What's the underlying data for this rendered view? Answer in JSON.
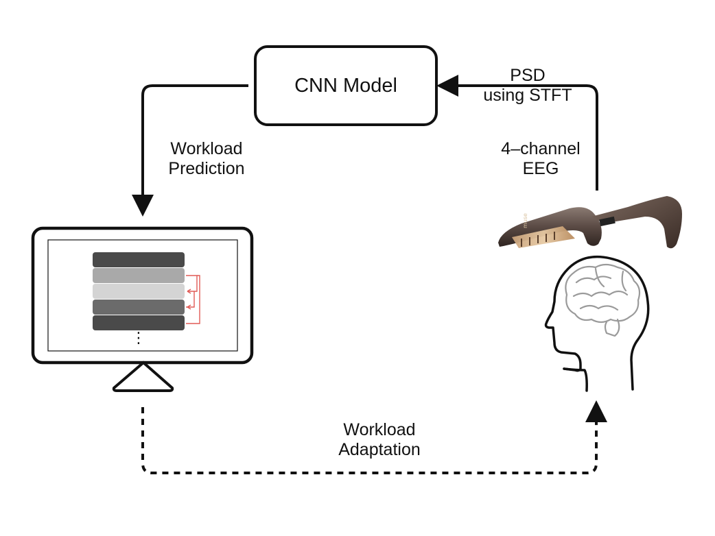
{
  "nodes": {
    "cnn_model": "CNN Model"
  },
  "edges": {
    "psd": [
      "PSD",
      "using STFT"
    ],
    "eeg": [
      "4–channel",
      "EEG"
    ],
    "prediction": [
      "Workload",
      "Prediction"
    ],
    "adaptation": [
      "Workload",
      "Adaptation"
    ]
  },
  "devices": {
    "monitor": {
      "list_ellipsis": "⋮"
    },
    "headband_brand": "muse"
  },
  "colors": {
    "stroke": "#111111",
    "arrow_red": "#e05a55",
    "bar_dark": "#4a4a4a",
    "bar_mid": "#a9a9a9",
    "bar_light": "#d4d4d4",
    "bar_mid_dark": "#6b6b6b",
    "brain": "#9a9a9a"
  }
}
